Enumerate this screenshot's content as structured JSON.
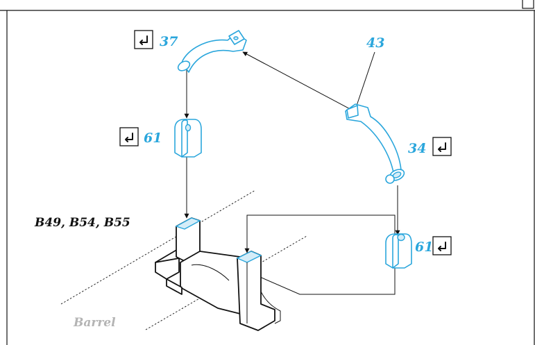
{
  "parts": {
    "p37": "37",
    "p43": "43",
    "p34": "34",
    "p61_left": "61",
    "p61_right": "61"
  },
  "base_label": "B49, B54, B55",
  "barrel_label": "Barrel",
  "icons": [
    "glue-icon",
    "page-corner-icon"
  ],
  "colors": {
    "part_blue": "#2aa6dc",
    "part_fill": "#d5edf8",
    "ink": "#111111",
    "barrel_gray": "#b4b4b4"
  }
}
